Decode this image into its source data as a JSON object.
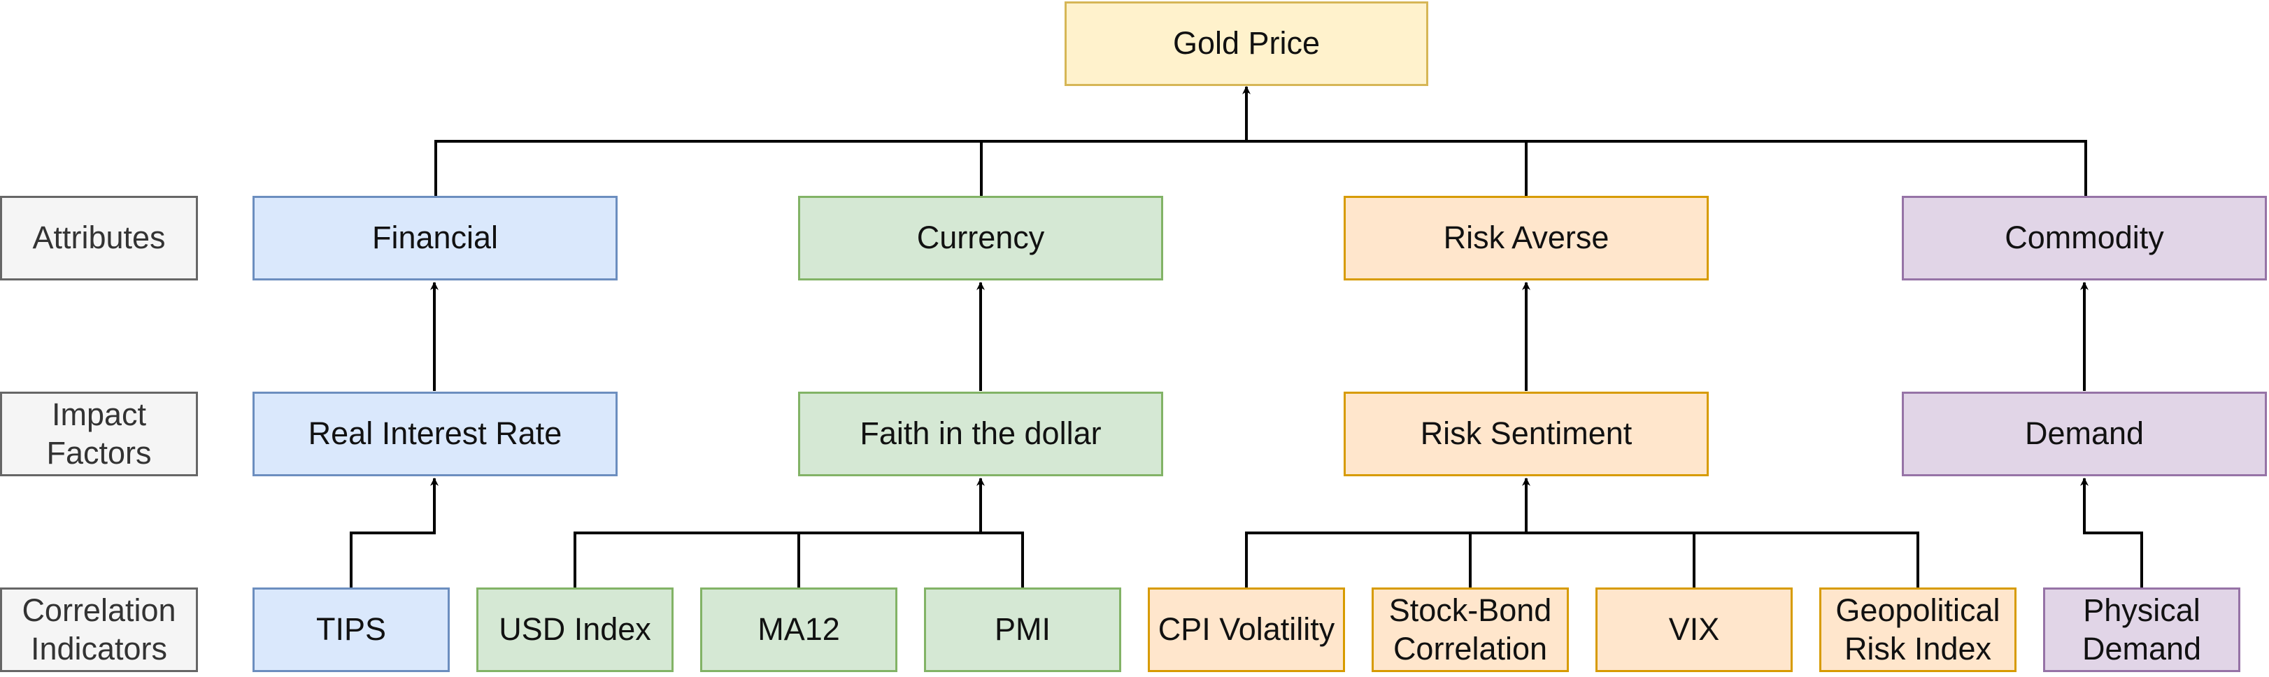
{
  "root": {
    "label": "Gold Price"
  },
  "row_labels": {
    "attributes": "Attributes",
    "impact_factors": "Impact\nFactors",
    "correlation_indicators": "Correlation\nIndicators"
  },
  "attributes": {
    "financial": "Financial",
    "currency": "Currency",
    "risk_averse": "Risk Averse",
    "commodity": "Commodity"
  },
  "impact_factors": {
    "real_interest_rate": "Real Interest Rate",
    "faith_in_dollar": "Faith in the dollar",
    "risk_sentiment": "Risk Sentiment",
    "demand": "Demand"
  },
  "indicators": {
    "tips": "TIPS",
    "usd_index": "USD Index",
    "ma12": "MA12",
    "pmi": "PMI",
    "cpi_volatility": "CPI Volatility",
    "stock_bond": "Stock-Bond\nCorrelation",
    "vix": "VIX",
    "geopolitical": "Geopolitical\nRisk Index",
    "physical_demand": "Physical\nDemand"
  },
  "colors": {
    "root": "#fff2cc",
    "financial": "#dae8fc",
    "currency": "#d5e8d4",
    "risk": "#ffe6cc",
    "commodity": "#e1d5e7",
    "label": "#f5f5f5",
    "edge": "#000000"
  }
}
